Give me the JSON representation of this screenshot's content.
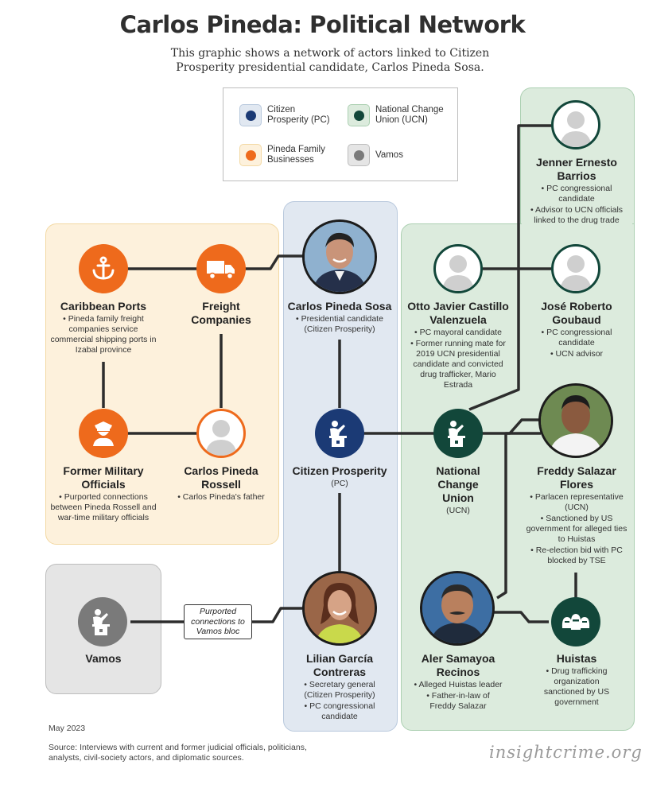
{
  "title": "Carlos Pineda: Political Network",
  "subtitle": "This graphic shows a network of actors linked to Citizen Prosperity presidential candidate, Carlos Pineda Sosa.",
  "colors": {
    "pc": "#1b3a75",
    "ucn": "#12473a",
    "family": "#ee6a1c",
    "vamos": "#7a7a7a",
    "pc_bg": "#e1e8f1",
    "ucn_bg": "#dcebdd",
    "family_bg": "#fdf1dc",
    "vamos_bg": "#e5e5e5"
  },
  "legend": {
    "pc": "Citizen Prosperity (PC)",
    "ucn": "National Change Union (UCN)",
    "family": "Pineda Family Businesses",
    "vamos": "Vamos"
  },
  "nodes": {
    "caribbean_ports": {
      "icon": "anchor-icon",
      "title": "Caribbean Ports",
      "lines": [
        "• Pineda family freight companies service commercial shipping ports in Izabal province"
      ]
    },
    "freight": {
      "icon": "truck-icon",
      "title": "Freight Companies"
    },
    "military": {
      "icon": "military-officer-icon",
      "title": "Former Military Officials",
      "lines": [
        "• Purported connections between Pineda Rossell and war-time military officials"
      ]
    },
    "rossell": {
      "icon": "person-silhouette-icon",
      "title": "Carlos Pineda Rossell",
      "lines": [
        "• Carlos Pineda's father"
      ]
    },
    "pineda_sosa": {
      "icon": "portrait-photo",
      "title": "Carlos Pineda Sosa",
      "lines": [
        "• Presidential candidate (Citizen Prosperity)"
      ]
    },
    "pc": {
      "icon": "podium-icon",
      "title": "Citizen Prosperity",
      "sub": "(PC)"
    },
    "garcia": {
      "icon": "portrait-photo",
      "title": "Lilian García Contreras",
      "lines": [
        "• Secretary general (Citizen Prosperity)",
        "• PC congressional candidate"
      ]
    },
    "vamos": {
      "icon": "podium-icon",
      "title": "Vamos"
    },
    "barrios": {
      "icon": "person-silhouette-icon",
      "title": "Jenner Ernesto Barrios",
      "lines": [
        "• PC congressional candidate",
        "• Advisor to UCN officials linked to the drug trade"
      ]
    },
    "castillo": {
      "icon": "person-silhouette-icon",
      "title": "Otto Javier Castillo Valenzuela",
      "lines": [
        "• PC mayoral candidate",
        "• Former running mate for 2019 UCN presidential candidate and convicted drug trafficker, Mario Estrada"
      ]
    },
    "goubaud": {
      "icon": "person-silhouette-icon",
      "title": "José Roberto Goubaud",
      "lines": [
        "• PC congressional candidate",
        "• UCN advisor"
      ]
    },
    "ucn": {
      "icon": "podium-icon",
      "title": "National Change Union",
      "sub": "(UCN)"
    },
    "salazar": {
      "icon": "portrait-photo",
      "title": "Freddy Salazar Flores",
      "lines": [
        "• Parlacen representative (UCN)",
        "• Sanctioned by US government for alleged ties to Huistas",
        "• Re-election bid with PC blocked by TSE"
      ]
    },
    "samayoa": {
      "icon": "portrait-photo",
      "title": "Aler Samayoa Recinos",
      "lines": [
        "• Alleged Huistas leader",
        "• Father-in-law of Freddy Salazar"
      ]
    },
    "huistas": {
      "icon": "masked-group-icon",
      "title": "Huistas",
      "lines": [
        "• Drug trafficking organization sanctioned by US government"
      ]
    }
  },
  "callout": "Purported connections to Vamos bloc",
  "date": "May 2023",
  "source": "Source: Interviews with current and former judicial officials, politicians, analysts, civil-society actors, and diplomatic sources.",
  "brand": "insightcrime.org"
}
